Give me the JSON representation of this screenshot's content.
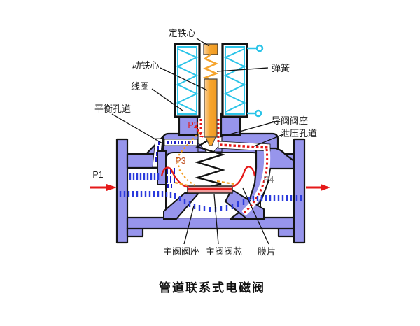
{
  "diagram": {
    "caption": "管道联系式电磁阀",
    "labels": {
      "fixed_core": "定铁心",
      "moving_core": "动铁心",
      "coil": "线圈",
      "balance_channel": "平衡孔道",
      "spring": "弹簧",
      "pilot_valve_seat": "导阀阀座",
      "relief_channel": "泄压孔道",
      "main_valve_seat": "主阀阀座",
      "main_valve_core": "主阀阀芯",
      "diaphragm": "膜片"
    },
    "ports": {
      "p1": "P1",
      "p2": "P2",
      "p3": "P3",
      "p4": "P4"
    },
    "colors": {
      "body_purple": "#9795ec",
      "coil_winding_cyan": "#2bc4e8",
      "iron_core_orange": "#f6a52e",
      "flow_dash_blue": "#2b3bdd",
      "balance_dash_blue": "#1f1fc4",
      "pressure_red": "#e51919",
      "valve_disc_pink": "#f49c9c",
      "p4_gray": "#8a8a8a"
    }
  }
}
